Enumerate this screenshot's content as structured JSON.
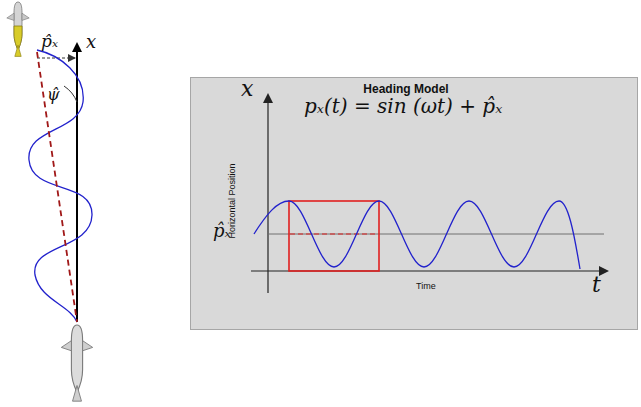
{
  "diagram": {
    "nodes": [
      {
        "text": [
          "Heading Model",
          "pₓ(t) = sin (ωt) + p̂ₓ",
          "x",
          "Horizontal Position",
          "p̂ₓ",
          "Time",
          "t"
        ]
      }
    ],
    "labels": [
      "p̂ₓ",
      "x",
      "ψ̂"
    ]
  }
}
